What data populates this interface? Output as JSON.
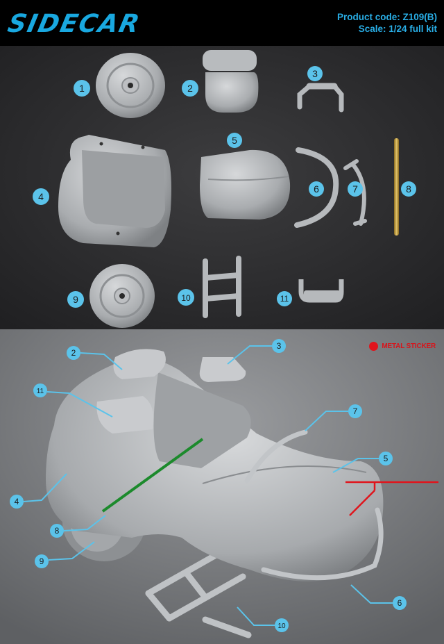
{
  "header": {
    "logo": "SIDECAR",
    "product_code": "Product code: Z109(B)",
    "scale": "Scale: 1/24 full kit"
  },
  "parts": [
    "1",
    "2",
    "3",
    "4",
    "5",
    "6",
    "7",
    "8",
    "9",
    "10",
    "11"
  ],
  "callouts": [
    "2",
    "3",
    "11",
    "7",
    "5",
    "4",
    "8",
    "9",
    "6",
    "10"
  ],
  "legend": {
    "label": "METAL STICKER",
    "color": "#e0141c"
  },
  "colors": {
    "accent": "#29aee6",
    "badge": "#5bc3ea",
    "metal_sticker": "#e0141c",
    "metal_rod": "#1c8a2c"
  }
}
